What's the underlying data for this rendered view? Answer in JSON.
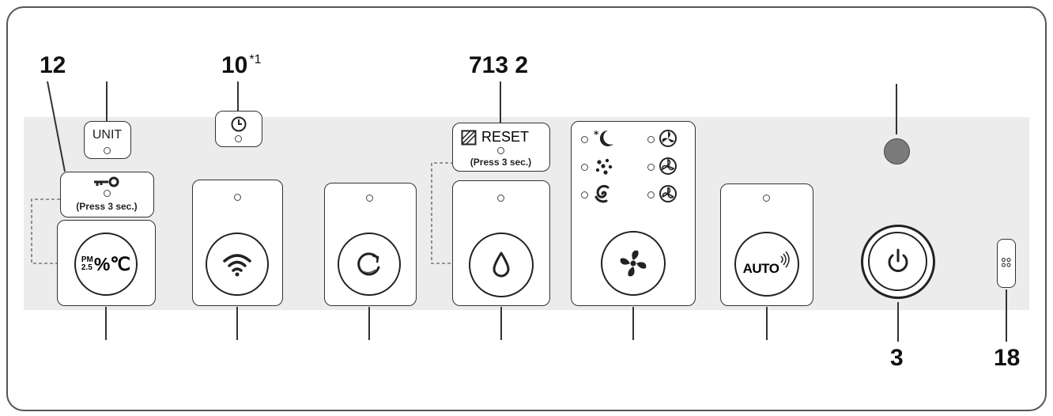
{
  "callouts": {
    "c12": "12",
    "c10": "10",
    "c10_note": "*1",
    "c7_13_2": "713 2",
    "c3": "3",
    "c18": "18"
  },
  "labels": {
    "unit": "UNIT",
    "reset": "RESET",
    "press_3_sec": "(Press 3 sec.)",
    "auto": "AUTO",
    "pm25_top": "PM",
    "pm25_bottom": "2.5",
    "percent_celsius": "%℃"
  },
  "icons": {
    "lock": "key-lock-icon",
    "timer": "clock-icon",
    "filter_reset": "filter-icon",
    "wifi": "wifi-icon",
    "circulation": "rotate-icon",
    "humidify": "water-drop-icon",
    "fan": "fan-icon",
    "night": "moon-star-icon",
    "pollen": "pollen-icon",
    "turbo": "swirl-icon",
    "fan_speed_1": "fan-speed-low-icon",
    "fan_speed_2": "fan-speed-mid-icon",
    "fan_speed_3": "fan-speed-high-icon",
    "power": "power-icon",
    "sensor": "sensor-icon"
  },
  "colors": {
    "indicator": "#7a7a7a",
    "panel": "#ececec",
    "outline": "#222222"
  }
}
